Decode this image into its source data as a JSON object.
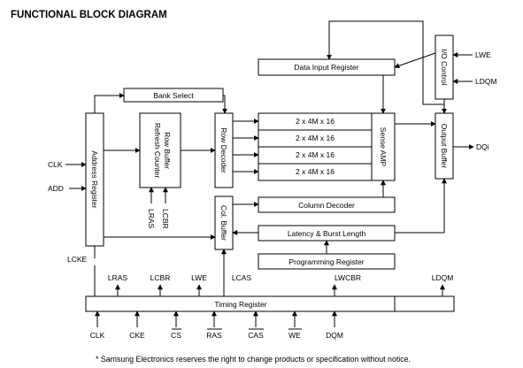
{
  "title": "FUNCTIONAL BLOCK DIAGRAM",
  "blocks": {
    "data_input_register": "Data Input Register",
    "io_control": "I/O Control",
    "bank_select": "Bank Select",
    "row_buffer_refresh_counter_1": "Row Buffer",
    "row_buffer_refresh_counter_2": "Refresh Counter",
    "row_decoder": "Row Decoder",
    "memory_banks": [
      "2 x 4M x 16",
      "2 x 4M x 16",
      "2 x 4M x 16",
      "2 x 4M x 16"
    ],
    "sense_amp": "Sense AMP",
    "output_buffer": "Output Buffer",
    "address_register": "Address Register",
    "column_decoder": "Column Decoder",
    "col_buffer": "Col. Buffer",
    "latency_burst_length": "Latency & Burst Length",
    "programming_register": "Programming Register",
    "timing_register": "Timing Register"
  },
  "signals": {
    "clk": "CLK",
    "add": "ADD",
    "lcke": "LCKE",
    "lras_inner": "LRAS",
    "lcbr_inner": "LCBR",
    "lras": "LRAS",
    "lcbr": "LCBR",
    "lwe": "LWE",
    "lcas": "LCAS",
    "lwcbr": "LWCBR",
    "ldqm": "LDQM",
    "lwe_right": "LWE",
    "ldqm_right": "LDQM",
    "dqi": "DQi"
  },
  "inputs": [
    "CLK",
    "CKE",
    "CS",
    "RAS",
    "CAS",
    "WE",
    "DQM"
  ],
  "footnote": "* Samsung Electronics reserves the right to change products or specification without notice."
}
